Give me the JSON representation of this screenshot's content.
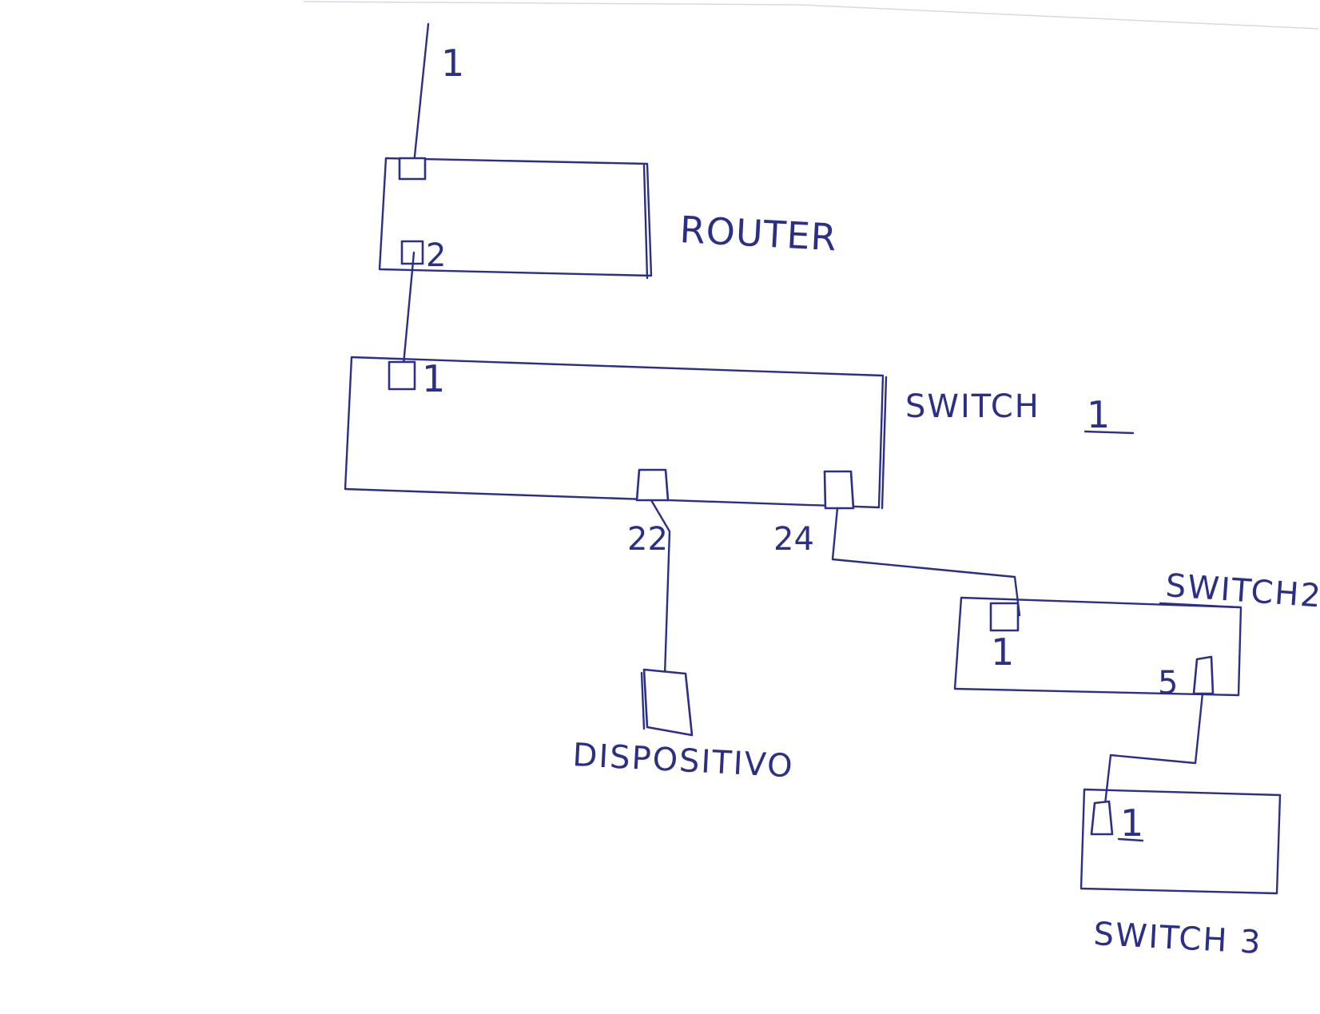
{
  "diagram": {
    "ink_color": "#2b2f86",
    "devices": {
      "router": {
        "label": "ROUTER",
        "ports": {
          "top": "1",
          "bottom": "2"
        }
      },
      "switch1": {
        "label": "SWITCH",
        "number": "1",
        "ports": {
          "top": "1",
          "mid": "22",
          "right": "24"
        }
      },
      "switch2": {
        "label": "SWITCH2",
        "ports": {
          "left": "1",
          "right": "5"
        }
      },
      "switch3": {
        "label": "SWITCH 3",
        "ports": {
          "left": "1"
        }
      },
      "device": {
        "label": "DISPOSITIVO"
      }
    }
  }
}
